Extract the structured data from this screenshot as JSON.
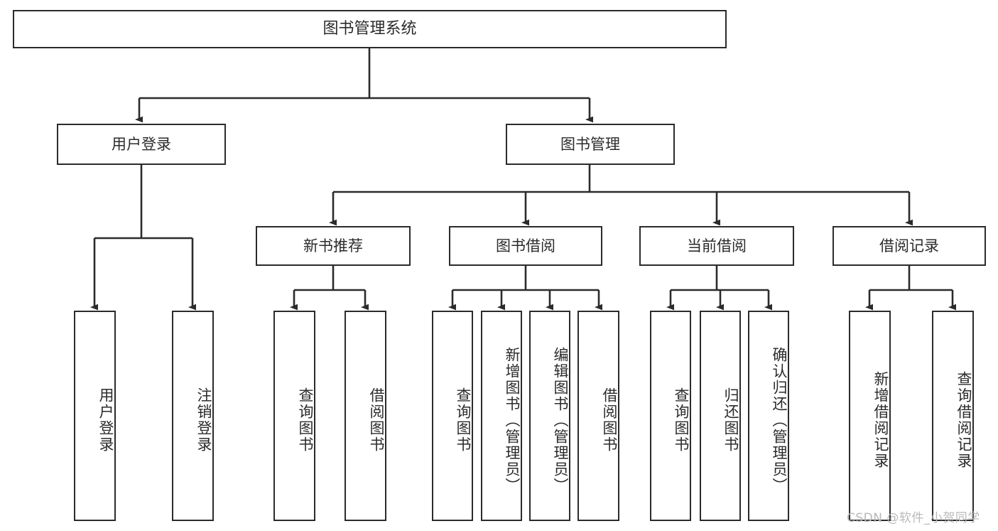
{
  "diagram": {
    "title": "图书管理系统",
    "type": "tree-structure-chart",
    "watermark": "CSDN @软件_小贺同学",
    "colors": {
      "stroke": "#2b2b2b",
      "fill": "#ffffff",
      "text": "#2b2b2b",
      "watermark": "#b9b9b9"
    },
    "levels": {
      "root": "图书管理系统",
      "level2": [
        "用户登录",
        "图书管理"
      ],
      "level3": [
        "新书推荐",
        "图书借阅",
        "当前借阅",
        "借阅记录"
      ]
    },
    "nodes": {
      "root": {
        "label": "图书管理系统"
      },
      "user_login": {
        "label": "用户登录"
      },
      "book_manage": {
        "label": "图书管理"
      },
      "new_book_rec": {
        "label": "新书推荐"
      },
      "book_borrow": {
        "label": "图书借阅"
      },
      "current_borrow": {
        "label": "当前借阅"
      },
      "borrow_record": {
        "label": "借阅记录"
      },
      "leaf_user_login": {
        "label": "用户登录"
      },
      "leaf_user_logout": {
        "label": "注销登录"
      },
      "leaf_rec_query": {
        "label": "查询图书"
      },
      "leaf_rec_borrow": {
        "label": "借阅图书"
      },
      "leaf_borrow_query": {
        "label": "查询图书"
      },
      "leaf_borrow_add": {
        "label": "新增图书（管理员）"
      },
      "leaf_borrow_edit": {
        "label": "编辑图书（管理员）"
      },
      "leaf_borrow_lend": {
        "label": "借阅图书"
      },
      "leaf_cur_query": {
        "label": "查询图书"
      },
      "leaf_cur_return": {
        "label": "归还图书"
      },
      "leaf_cur_confirm": {
        "label": "确认归还（管理员）"
      },
      "leaf_rec_add": {
        "label": "新增借阅记录"
      },
      "leaf_rec_search": {
        "label": "查询借阅记录"
      }
    }
  }
}
